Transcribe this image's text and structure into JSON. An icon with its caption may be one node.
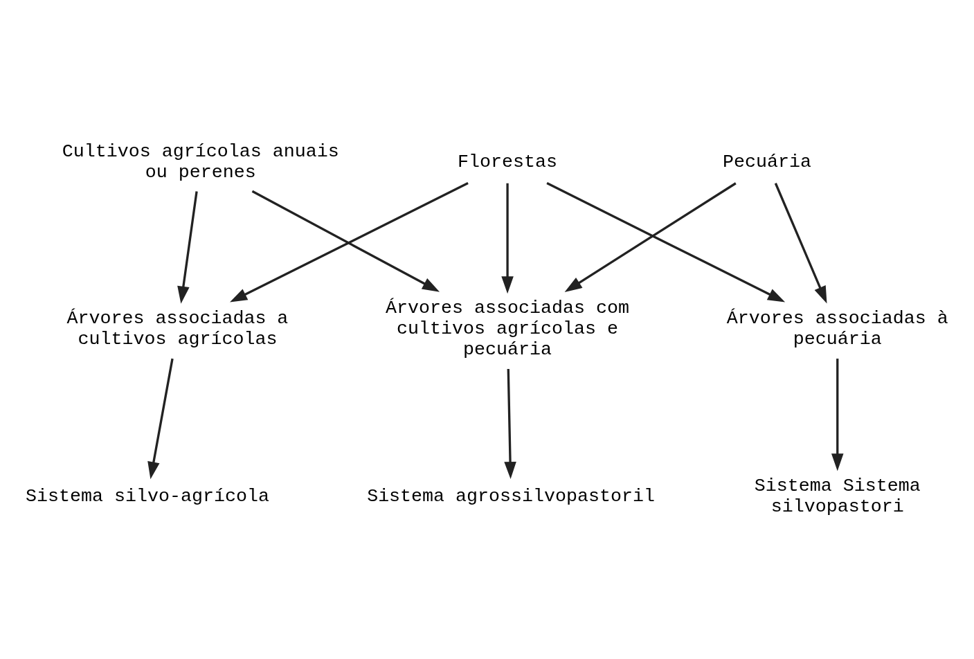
{
  "diagram": {
    "nodes": [
      {
        "text": [
          "Cultivos agrícolas anuais ou perenes"
        ]
      },
      {
        "text": [
          "Florestas"
        ]
      },
      {
        "text": [
          "Pecuária"
        ]
      },
      {
        "text": [
          "Árvores associadas a cultivos agrícolas"
        ]
      },
      {
        "text": [
          "Árvores associadas com cultivos agrícolas e pecuária"
        ]
      },
      {
        "text": [
          "Árvores associadas à pecuária"
        ]
      },
      {
        "text": [
          "Sistema silvo-agrícola"
        ]
      },
      {
        "text": [
          "Sistema agrossilvopastoril"
        ]
      },
      {
        "text": [
          "Sistema Sistema silvopastori"
        ]
      }
    ],
    "edges": [
      {
        "from": 0,
        "to": 3,
        "arrow": "to"
      },
      {
        "from": 0,
        "to": 4,
        "arrow": "to"
      },
      {
        "from": 1,
        "to": 3,
        "arrow": "to"
      },
      {
        "from": 1,
        "to": 4,
        "arrow": "to"
      },
      {
        "from": 1,
        "to": 5,
        "arrow": "to"
      },
      {
        "from": 2,
        "to": 4,
        "arrow": "to"
      },
      {
        "from": 2,
        "to": 5,
        "arrow": "to"
      },
      {
        "from": 3,
        "to": 6,
        "arrow": "to"
      },
      {
        "from": 4,
        "to": 7,
        "arrow": "to"
      },
      {
        "from": 5,
        "to": 8,
        "arrow": "to"
      }
    ]
  }
}
